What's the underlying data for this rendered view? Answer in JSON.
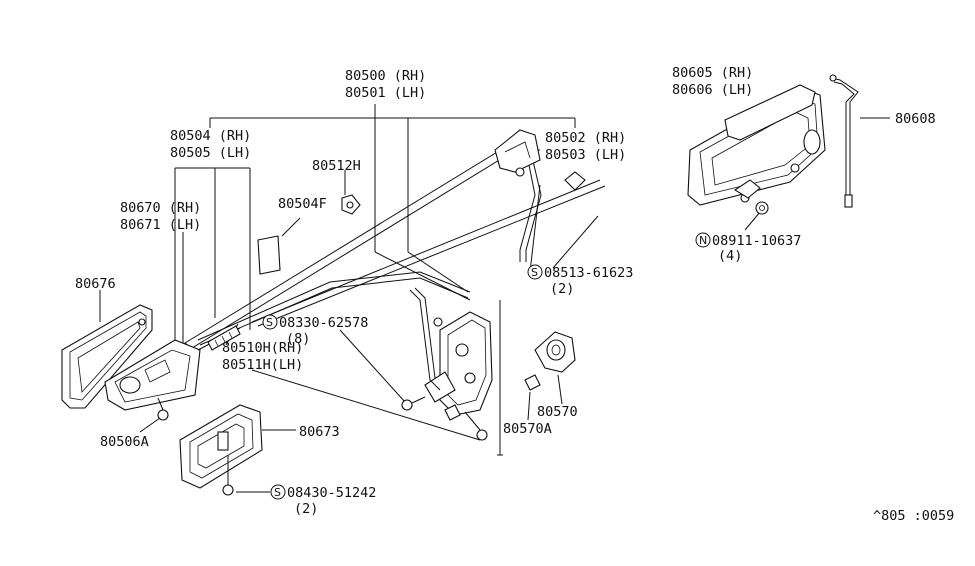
{
  "labels": {
    "p80500": "80500 (RH)",
    "p80501": "80501 (LH)",
    "p80504": "80504 (RH)",
    "p80505": "80505 (LH)",
    "p80502": "80502 (RH)",
    "p80503": "80503 (LH)",
    "p80512h": "80512H",
    "p80504f": "80504F",
    "p80670": "80670 (RH)",
    "p80671": "80671 (LH)",
    "p80676": "80676",
    "p08513": "08513-61623",
    "p08513_qty": "(2)",
    "p08330": "08330-62578",
    "p08330_qty": "(8)",
    "p80510h": "80510H(RH)",
    "p80511h": "80511H(LH)",
    "p80506a": "80506A",
    "p80673": "80673",
    "p08430": "08430-51242",
    "p08430_qty": "(2)",
    "p80570": "80570",
    "p80570a": "80570A",
    "p80605": "80605 (RH)",
    "p80606": "80606 (LH)",
    "p80608": "80608",
    "p08911": "08911-10637",
    "p08911_qty": "(4)",
    "code": "^805 :0059"
  },
  "symbols": {
    "screw": "S",
    "nut": "N"
  }
}
